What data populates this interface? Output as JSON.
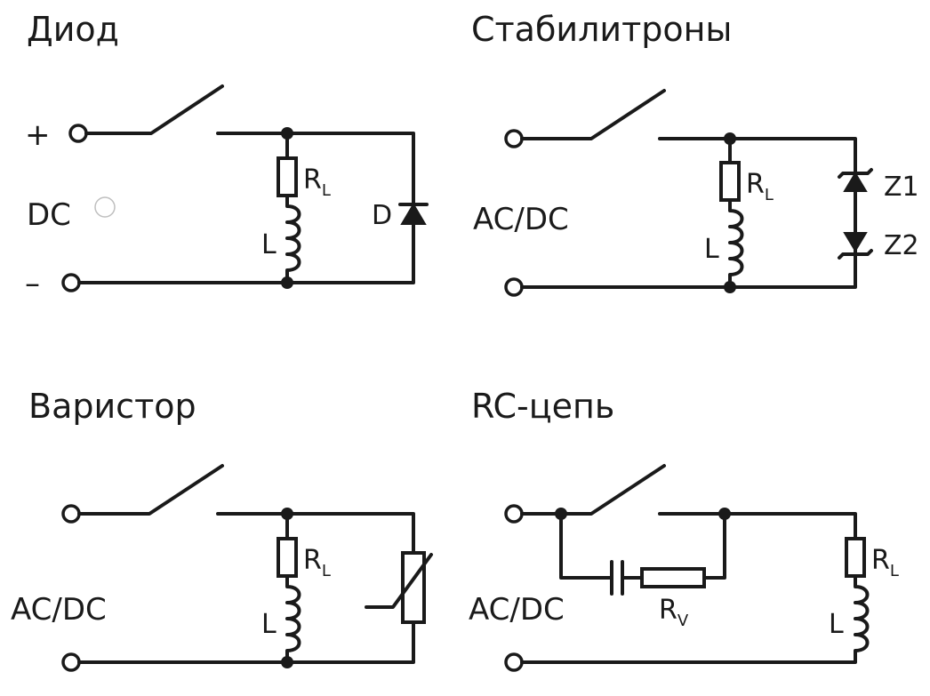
{
  "panels": {
    "diode": {
      "title": "Диод",
      "plus": "+",
      "minus": "–",
      "source": "DC",
      "resistor": "R",
      "resistor_sub": "L",
      "inductor": "L",
      "diode": "D"
    },
    "zener": {
      "title": "Стабилитроны",
      "source": "AC/DC",
      "resistor": "R",
      "resistor_sub": "L",
      "inductor": "L",
      "z1": "Z1",
      "z2": "Z2"
    },
    "varistor": {
      "title": "Варистор",
      "source": "AC/DC",
      "resistor": "R",
      "resistor_sub": "L",
      "inductor": "L"
    },
    "rc": {
      "title": "RC-цепь",
      "source": "AC/DC",
      "rv": "R",
      "rv_sub": "V",
      "resistor": "R",
      "resistor_sub": "L",
      "inductor": "L"
    }
  },
  "colors": {
    "ink": "#1a1a1a",
    "background": "#ffffff"
  }
}
